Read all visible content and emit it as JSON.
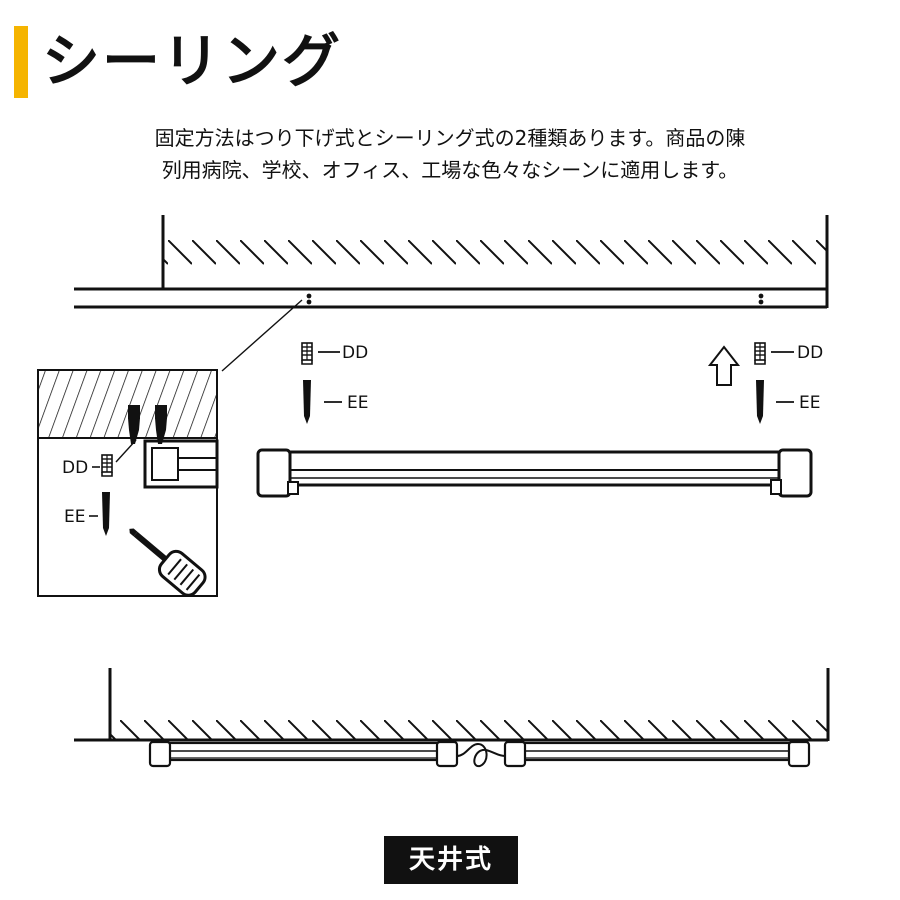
{
  "heading": {
    "title": "シーリング",
    "accent_color": "#f5b400"
  },
  "description": {
    "line1": "固定方法はつり下げ式とシーリング式の2種類あります。商品の陳",
    "line2": "列用病院、学校、オフィス、工場な色々なシーンに適用します。"
  },
  "labels": {
    "anchor": "DD",
    "screw": "EE"
  },
  "icons": {
    "arrow": "up-outline-arrow-icon",
    "screwdriver": "screwdriver-icon",
    "anchor": "wall-anchor-icon",
    "screw": "screw-icon"
  },
  "badge": {
    "label": "天井式"
  }
}
